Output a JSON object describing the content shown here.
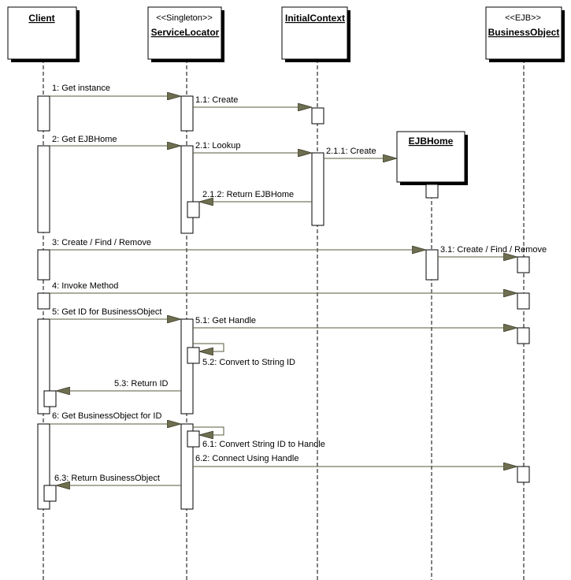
{
  "participants": [
    {
      "id": "client",
      "name": "Client",
      "stereotype": ""
    },
    {
      "id": "servicelocator",
      "name": "ServiceLocator",
      "stereotype": "<<Singleton>>"
    },
    {
      "id": "initialcontext",
      "name": "InitialContext",
      "stereotype": ""
    },
    {
      "id": "ejbhome",
      "name": "EJBHome",
      "stereotype": ""
    },
    {
      "id": "businessobject",
      "name": "BusinessObject",
      "stereotype": "<<EJB>>"
    }
  ],
  "messages": [
    {
      "id": "m1",
      "label": "1: Get instance"
    },
    {
      "id": "m1_1",
      "label": "1.1: Create"
    },
    {
      "id": "m2",
      "label": "2: Get EJBHome"
    },
    {
      "id": "m2_1",
      "label": "2.1: Lookup"
    },
    {
      "id": "m2_1_1",
      "label": "2.1.1: Create"
    },
    {
      "id": "m2_1_2",
      "label": "2.1.2: Return EJBHome"
    },
    {
      "id": "m3",
      "label": "3: Create / Find / Remove"
    },
    {
      "id": "m3_1",
      "label": "3.1: Create / Find / Remove"
    },
    {
      "id": "m4",
      "label": "4: Invoke Method"
    },
    {
      "id": "m5",
      "label": "5: Get ID for BusinessObject"
    },
    {
      "id": "m5_1",
      "label": "5.1: Get Handle"
    },
    {
      "id": "m5_2",
      "label": "5.2: Convert to String ID"
    },
    {
      "id": "m5_3",
      "label": "5.3: Return ID"
    },
    {
      "id": "m6",
      "label": "6: Get BusinessObject for ID"
    },
    {
      "id": "m6_1",
      "label": "6.1: Convert String ID to Handle"
    },
    {
      "id": "m6_2",
      "label": "6.2: Connect Using Handle"
    },
    {
      "id": "m6_3",
      "label": "6.3: Return BusinessObject"
    }
  ],
  "colors": {
    "line": "#000000",
    "arrow": "#5a5a3c",
    "arrowhead": "#6e6e50",
    "box": "#ffffff",
    "shadow": "#000000"
  }
}
